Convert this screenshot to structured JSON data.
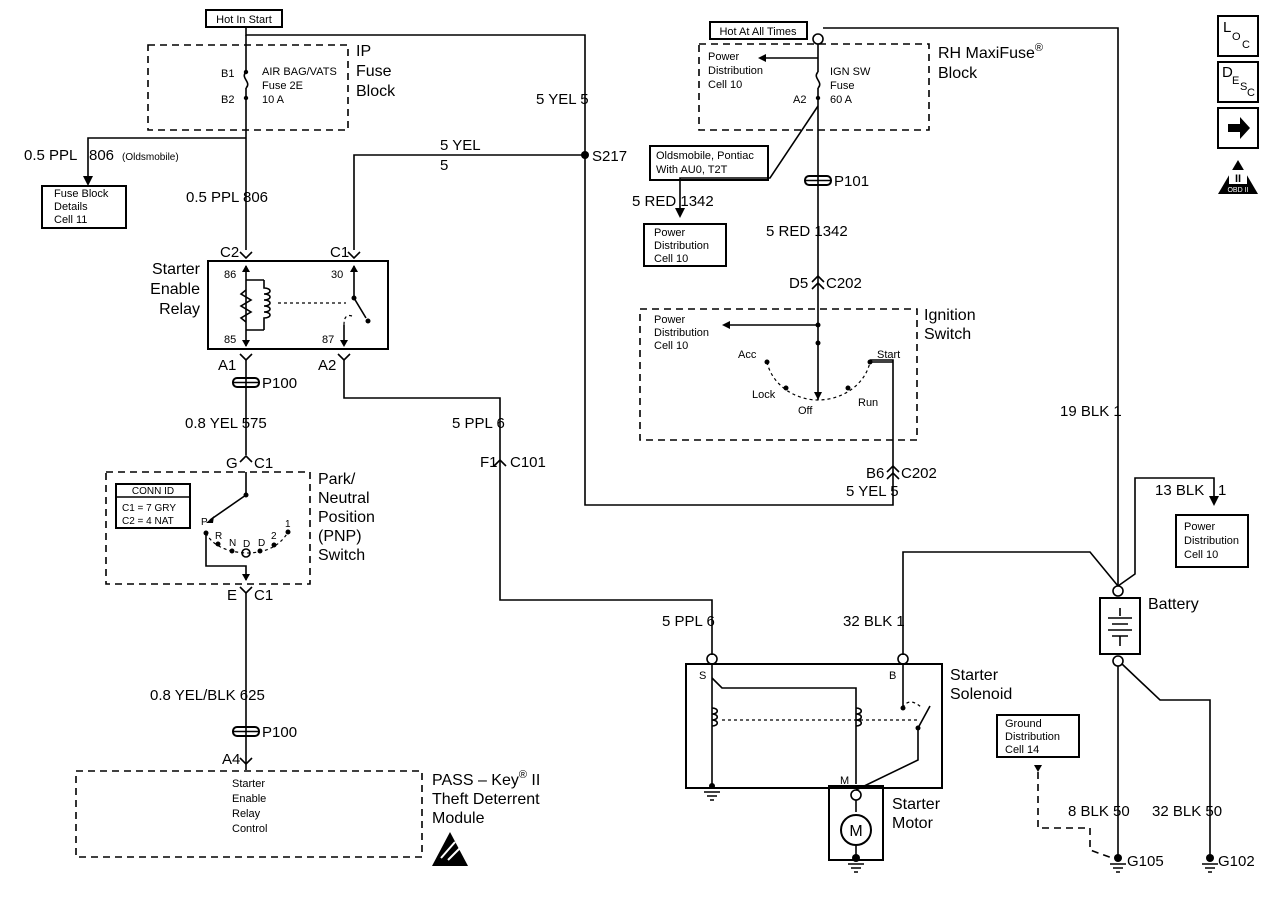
{
  "headers": {
    "hot_in_start": "Hot In Start",
    "hot_at_all_times": "Hot At All Times"
  },
  "ip_fuse_block": {
    "title": [
      "IP",
      "Fuse",
      "Block"
    ],
    "pin_b1": "B1",
    "pin_b2": "B2",
    "fuse_lines": [
      "AIR BAG/VATS",
      "Fuse 2E",
      "10 A"
    ]
  },
  "maxifuse": {
    "title": "RH MaxiFuse",
    "reg": "®",
    "title2": "Block",
    "pd_lines": [
      "Power",
      "Distribution",
      "Cell 10"
    ],
    "fuse_lines": [
      "IGN SW",
      "Fuse",
      "60 A"
    ],
    "pin_a2": "A2"
  },
  "side_icons": {
    "loc": [
      "L",
      "O",
      "C"
    ],
    "desc": [
      "D",
      "E",
      "S",
      "C"
    ],
    "obd": "OBD II",
    "obd_num": "II"
  },
  "wires": {
    "ppl806_left": "0.5 PPL",
    "ppl806_left_num": "806",
    "oldsmobile": "(Oldsmobile)",
    "ppl806": "0.5 PPL  806",
    "yel5_top": "5 YEL  5",
    "yel5_s217a": "5 YEL",
    "yel5_s217b": "5",
    "s217": "S217",
    "red1342_a": "5 RED  1342",
    "red1342_b": "5 RED  1342",
    "p101": "P101",
    "d5": "D5",
    "c202a": "C202",
    "yel575": "0.8 YEL  575",
    "ppl6_a": "5 PPL  6",
    "ppl6_b": "5 PPL  6",
    "f1": "F1",
    "c101": "C101",
    "b6": "B6",
    "c202b": "C202",
    "yel5_b": "5 YEL  5",
    "blk1_19": "19 BLK  1",
    "blk1_13": "13 BLK",
    "blk1_13n": "1",
    "blk1_32": "32 BLK  1",
    "yelblk625": "0.8 YEL/BLK  625",
    "p100a": "P100",
    "p100b": "P100",
    "blk50_8": "8 BLK  50",
    "blk50_32": "32 BLK  50",
    "g105": "G105",
    "g102": "G102"
  },
  "refs": {
    "fuse_block_details": [
      "Fuse Block",
      "Details",
      "Cell 11"
    ],
    "olds_pontiac": [
      "Oldsmobile, Pontiac",
      "With AU0, T2T"
    ],
    "pd_cell10_a": [
      "Power",
      "Distribution",
      "Cell 10"
    ],
    "pd_cell10_b": [
      "Power",
      "Distribution",
      "Cell 10"
    ],
    "ground_dist": [
      "Ground",
      "Distribution",
      "Cell 14"
    ]
  },
  "relay": {
    "title": [
      "Starter",
      "Enable",
      "Relay"
    ],
    "c2": "C2",
    "c1": "C1",
    "a1": "A1",
    "a2": "A2",
    "t86": "86",
    "t85": "85",
    "t30": "30",
    "t87": "87"
  },
  "ignition": {
    "title": [
      "Ignition",
      "Switch"
    ],
    "pd_lines": [
      "Power",
      "Distribution",
      "Cell 10"
    ],
    "acc": "Acc",
    "lock": "Lock",
    "off": "Off",
    "run": "Run",
    "start": "Start"
  },
  "pnp": {
    "title": [
      "Park/",
      "Neutral",
      "Position",
      "(PNP)",
      "Switch"
    ],
    "g": "G",
    "c1_top": "C1",
    "e": "E",
    "c1_bot": "C1",
    "conn_id": "CONN ID",
    "c1_color": "C1 = 7 GRY",
    "c2_color": "C2 = 4 NAT",
    "pos_p": "P",
    "pos_r": "R",
    "pos_n": "N",
    "pos_o": "D",
    "pos_d": "D",
    "pos_2": "2",
    "pos_1": "1"
  },
  "battery": {
    "title": "Battery"
  },
  "solenoid": {
    "title": [
      "Starter",
      "Solenoid"
    ],
    "s": "S",
    "b": "B",
    "m": "M"
  },
  "motor": {
    "title": [
      "Starter",
      "Motor"
    ],
    "m": "M"
  },
  "passkey": {
    "title1": "PASS – Key",
    "reg": "®",
    "title1b": " II",
    "title2": "Theft Deterrent",
    "title3": "Module",
    "a4": "A4",
    "lines": [
      "Starter",
      "Enable",
      "Relay",
      "Control"
    ]
  }
}
